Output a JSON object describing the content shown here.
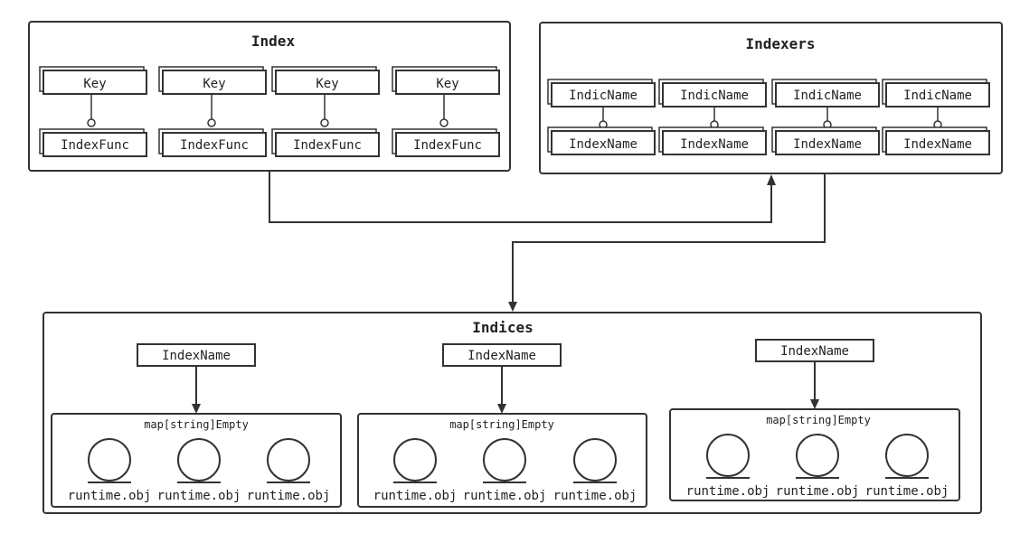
{
  "index": {
    "title": "Index",
    "pairs": [
      {
        "key": "Key",
        "func": "IndexFunc"
      },
      {
        "key": "Key",
        "func": "IndexFunc"
      },
      {
        "key": "Key",
        "func": "IndexFunc"
      },
      {
        "key": "Key",
        "func": "IndexFunc"
      }
    ]
  },
  "indexers": {
    "title": "Indexers",
    "pairs": [
      {
        "top": "IndicName",
        "bottom": "IndexName"
      },
      {
        "top": "IndicName",
        "bottom": "IndexName"
      },
      {
        "top": "IndicName",
        "bottom": "IndexName"
      },
      {
        "top": "IndicName",
        "bottom": "IndexName"
      }
    ]
  },
  "indices": {
    "title": "Indices",
    "groups": [
      {
        "name": "IndexName",
        "map_label": "map[string]Empty",
        "objects": [
          "runtime.obj",
          "runtime.obj",
          "runtime.obj"
        ]
      },
      {
        "name": "IndexName",
        "map_label": "map[string]Empty",
        "objects": [
          "runtime.obj",
          "runtime.obj",
          "runtime.obj"
        ]
      },
      {
        "name": "IndexName",
        "map_label": "map[string]Empty",
        "objects": [
          "runtime.obj",
          "runtime.obj",
          "runtime.obj"
        ]
      }
    ]
  }
}
